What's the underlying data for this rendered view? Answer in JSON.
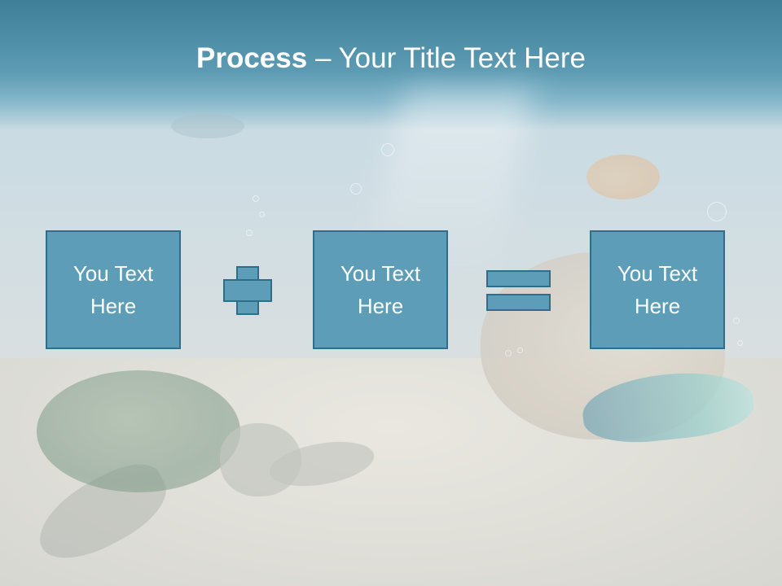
{
  "slide": {
    "title_bold": "Process",
    "title_rest": " – Your Title Text Here",
    "boxes": [
      {
        "line1": "You Text",
        "line2": "Here"
      },
      {
        "line1": "You Text",
        "line2": "Here"
      },
      {
        "line1": "You Text",
        "line2": "Here"
      }
    ],
    "operators": [
      "plus",
      "equals"
    ],
    "colors": {
      "box_fill": "#5d9db7",
      "box_border": "#2e6e88",
      "header_band": "#3f7f98",
      "text": "#ffffff"
    }
  }
}
